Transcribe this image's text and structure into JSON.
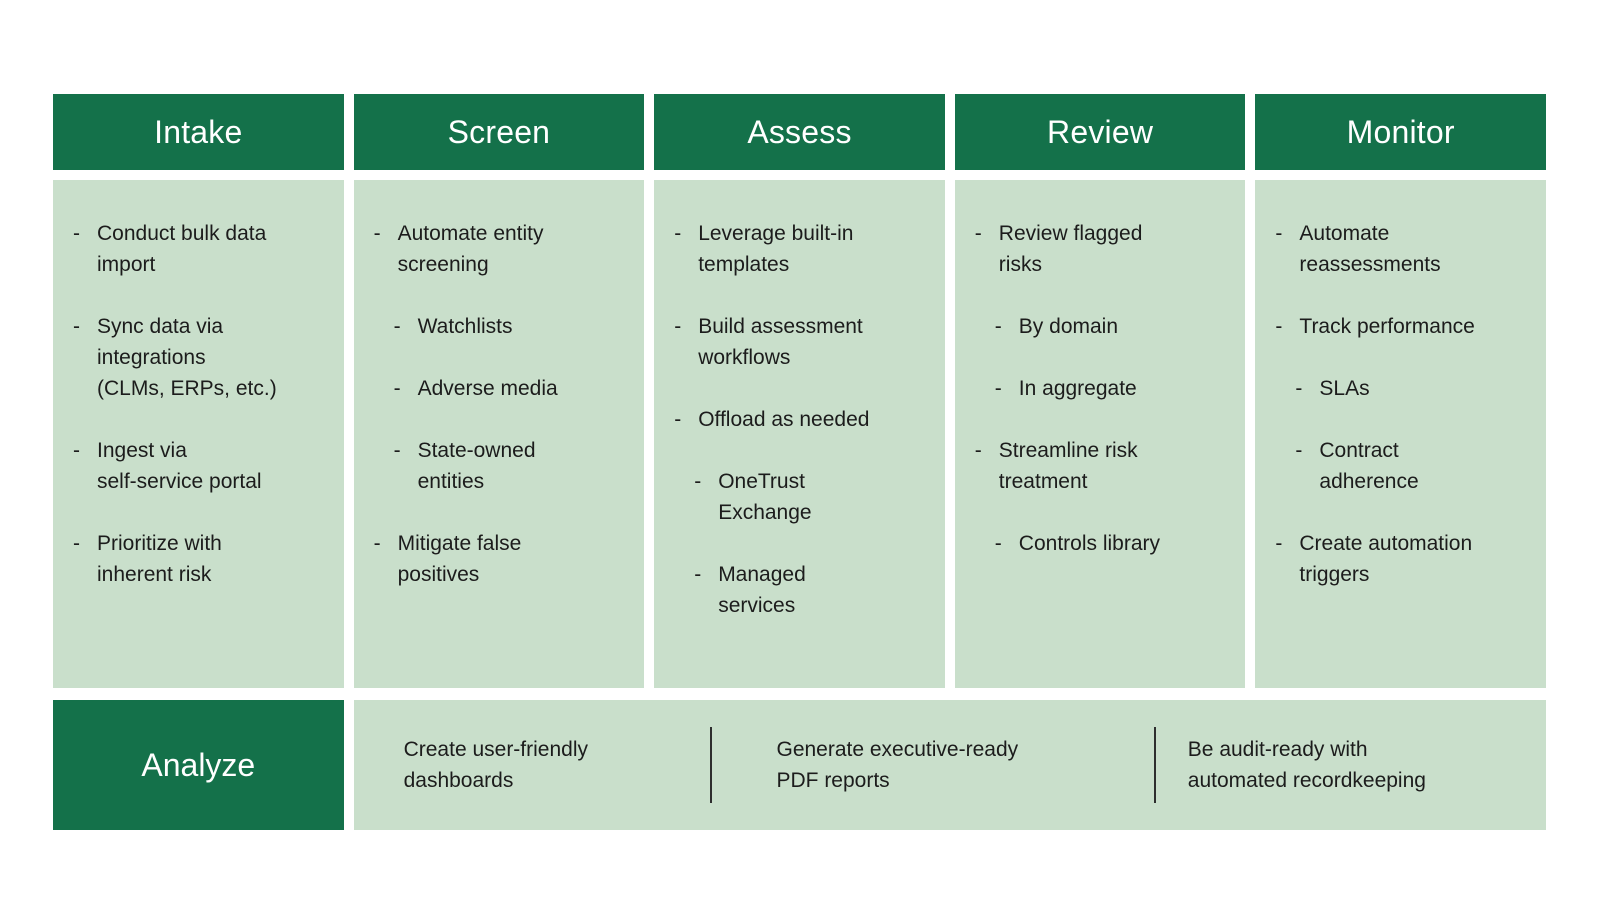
{
  "bullet_char": "-",
  "colors": {
    "page_bg": "#ffffff",
    "header_bg": "#14714a",
    "header_text": "#ffffff",
    "panel_bg": "#c9dfcb",
    "body_text": "#1c1c1c",
    "divider": "#2e2e2e"
  },
  "stages": [
    {
      "title": "Intake",
      "items": [
        {
          "level": 1,
          "text": "Conduct bulk data\nimport"
        },
        {
          "level": 1,
          "text": "Sync data via\nintegrations\n(CLMs, ERPs, etc.)"
        },
        {
          "level": 1,
          "text": "Ingest via\nself-service portal"
        },
        {
          "level": 1,
          "text": "Prioritize with\ninherent risk"
        }
      ]
    },
    {
      "title": "Screen",
      "items": [
        {
          "level": 1,
          "text": "Automate entity\nscreening"
        },
        {
          "level": 2,
          "text": "Watchlists"
        },
        {
          "level": 2,
          "text": "Adverse media"
        },
        {
          "level": 2,
          "text": "State-owned\nentities"
        },
        {
          "level": 1,
          "text": "Mitigate false\npositives"
        }
      ]
    },
    {
      "title": "Assess",
      "items": [
        {
          "level": 1,
          "text": "Leverage built-in\ntemplates"
        },
        {
          "level": 1,
          "text": "Build assessment\nworkflows"
        },
        {
          "level": 1,
          "text": "Offload as needed"
        },
        {
          "level": 2,
          "text": "OneTrust\nExchange"
        },
        {
          "level": 2,
          "text": "Managed\nservices"
        }
      ]
    },
    {
      "title": "Review",
      "items": [
        {
          "level": 1,
          "text": "Review flagged\nrisks"
        },
        {
          "level": 2,
          "text": "By domain"
        },
        {
          "level": 2,
          "text": "In aggregate"
        },
        {
          "level": 1,
          "text": "Streamline risk\ntreatment"
        },
        {
          "level": 2,
          "text": "Controls library"
        }
      ]
    },
    {
      "title": "Monitor",
      "items": [
        {
          "level": 1,
          "text": "Automate\nreassessments"
        },
        {
          "level": 1,
          "text": "Track performance"
        },
        {
          "level": 2,
          "text": "SLAs"
        },
        {
          "level": 2,
          "text": "Contract\nadherence"
        },
        {
          "level": 1,
          "text": "Create automation\ntriggers"
        }
      ]
    }
  ],
  "bottom": {
    "title": "Analyze",
    "cells": [
      "Create user-friendly\ndashboards",
      "Generate executive-ready\nPDF reports",
      "Be audit-ready with\nautomated recordkeeping"
    ]
  }
}
